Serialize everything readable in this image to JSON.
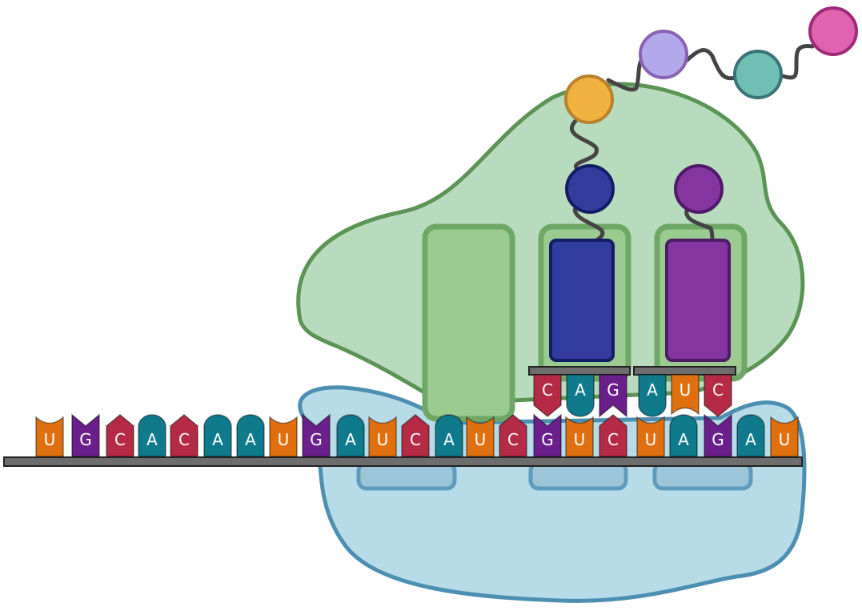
{
  "colors": {
    "U": "#e06f10",
    "G": "#6a1f8a",
    "C": "#b52b45",
    "A": "#0f7a8c",
    "large_subunit": "#b9dbbd",
    "large_subunit_border": "#5b9455",
    "small_subunit": "#b7dce8",
    "small_subunit_border": "#4d8fb0"
  },
  "mrna": {
    "bases": [
      "U",
      "G",
      "C",
      "A",
      "C",
      "A",
      "A",
      "U",
      "G",
      "A",
      "U",
      "C",
      "A",
      "U",
      "C",
      "G",
      "U",
      "C",
      "U",
      "A",
      "G",
      "A",
      "U"
    ]
  },
  "trnas": [
    {
      "anticodon": [
        "C",
        "A",
        "G"
      ],
      "amino_acid_color": "#323c9c",
      "amino_acid_border": "#141c66",
      "body_color": "#323c9c"
    },
    {
      "anticodon": [
        "A",
        "U",
        "C"
      ],
      "amino_acid_color": "#8535a0",
      "amino_acid_border": "#4f1a66",
      "body_color": "#8535a0"
    }
  ],
  "peptide_chain": [
    {
      "color": "#f2b23f",
      "border": "#b8822f"
    },
    {
      "color": "#b3a8ea",
      "border": "#8a62b4"
    },
    {
      "color": "#70bfb5",
      "border": "#3a7478"
    },
    {
      "color": "#e063b0",
      "border": "#a02a78"
    }
  ]
}
